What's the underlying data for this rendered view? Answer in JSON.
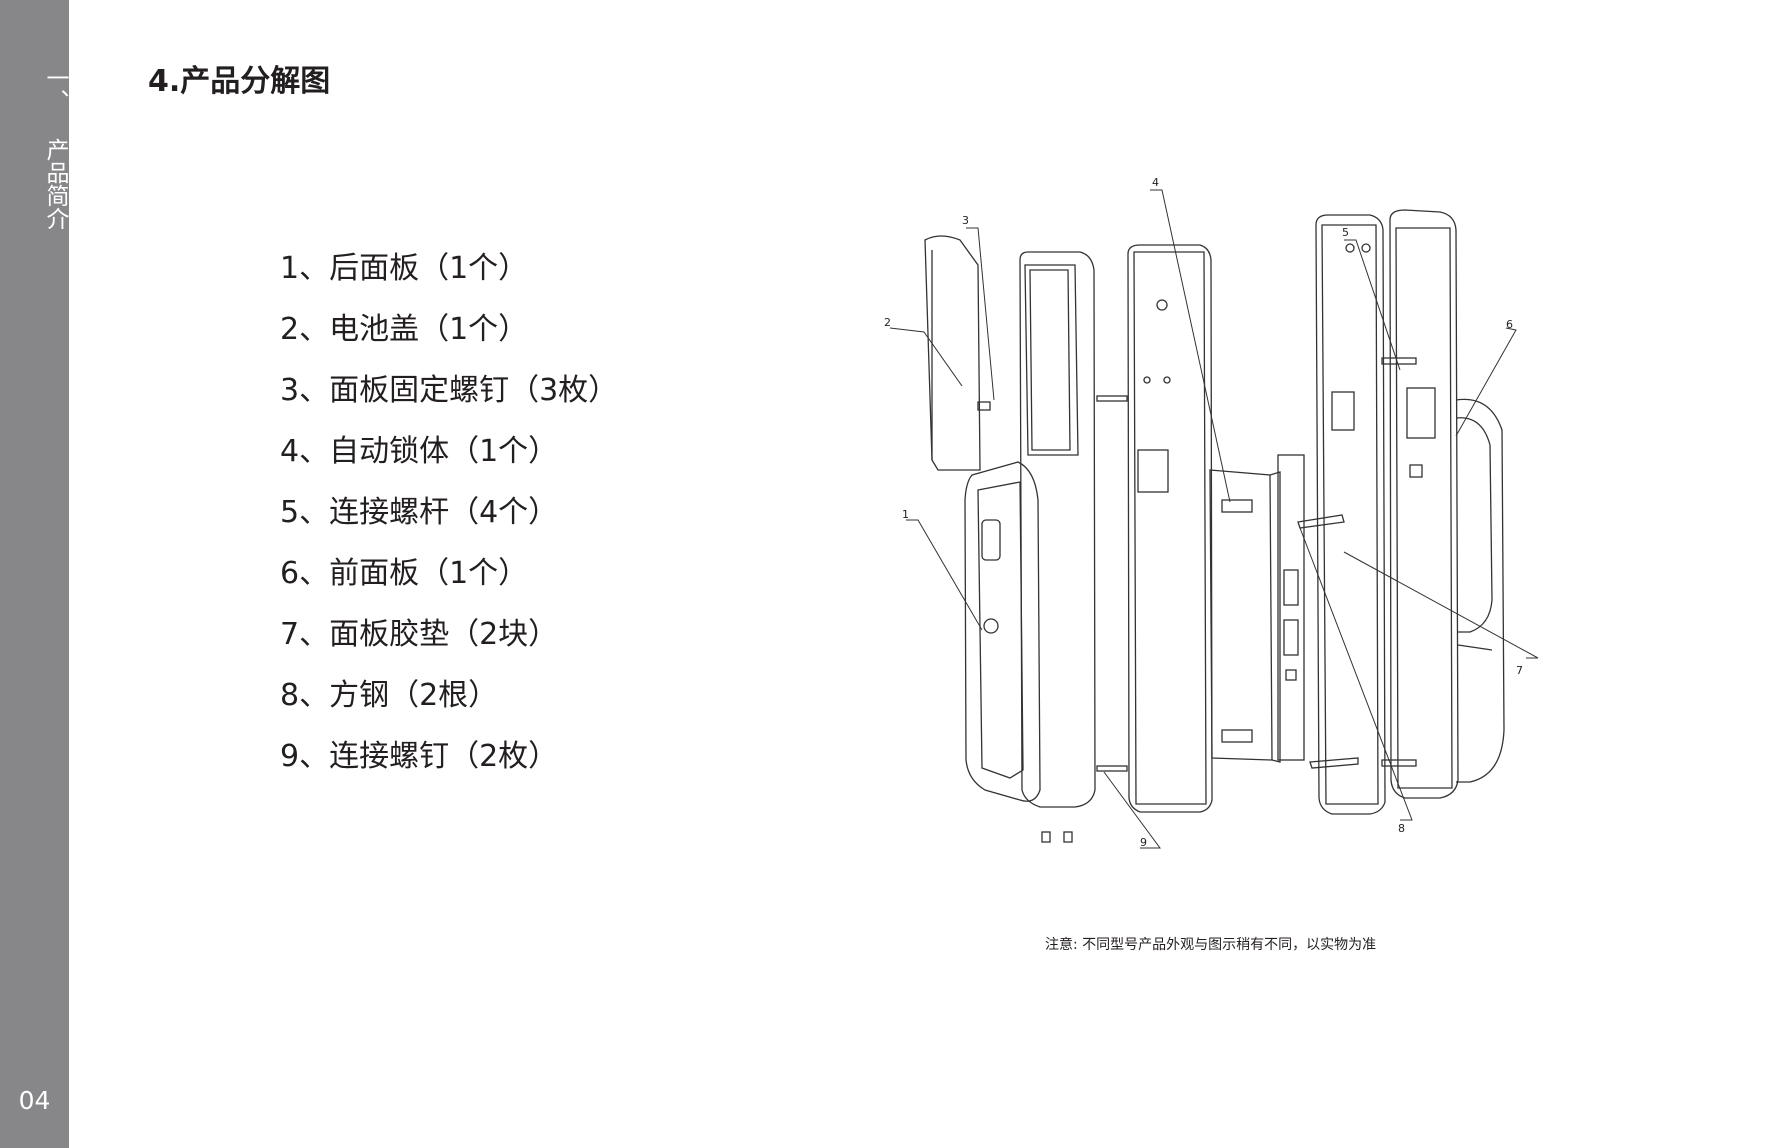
{
  "sidebar": {
    "section_prefix": "一、",
    "section_title": "产品简介",
    "page_number": "04"
  },
  "heading": "4.产品分解图",
  "parts": [
    "1、后面板（1个）",
    "2、电池盖（1个）",
    "3、面板固定螺钉（3枚）",
    "4、自动锁体（1个）",
    "5、连接螺杆（4个）",
    "6、前面板（1个）",
    "7、面板胶垫（2块）",
    "8、方钢（2根）",
    "9、连接螺钉（2枚）"
  ],
  "diagram_callouts": [
    "1",
    "2",
    "3",
    "4",
    "5",
    "6",
    "7",
    "8",
    "9"
  ],
  "note": "注意: 不同型号产品外观与图示稍有不同，以实物为准"
}
